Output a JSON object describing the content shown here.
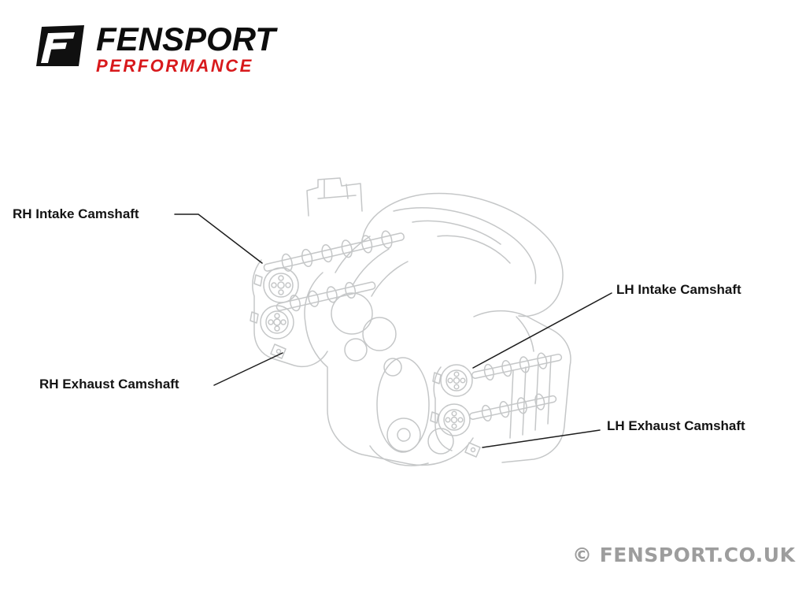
{
  "logo": {
    "brand": "FENSPORT",
    "tagline": "PERFORMANCE",
    "icon": "fensport-f-icon"
  },
  "diagram": {
    "title": "V engine camshaft location diagram",
    "labels": [
      {
        "id": "rh-intake",
        "text": "RH Intake Camshaft"
      },
      {
        "id": "rh-exhaust",
        "text": "RH Exhaust Camshaft"
      },
      {
        "id": "lh-intake",
        "text": "LH Intake Camshaft"
      },
      {
        "id": "lh-exhaust",
        "text": "LH Exhaust Camshaft"
      }
    ]
  },
  "watermark": {
    "text": "© FENSPORT.CO.UK"
  },
  "colors": {
    "tagline_red": "#d8191c",
    "label_black": "#141414",
    "watermark_gray": "#9d9d9d",
    "engine_line_gray": "#c5c7c8",
    "leader_line": "#1c1c1c"
  }
}
